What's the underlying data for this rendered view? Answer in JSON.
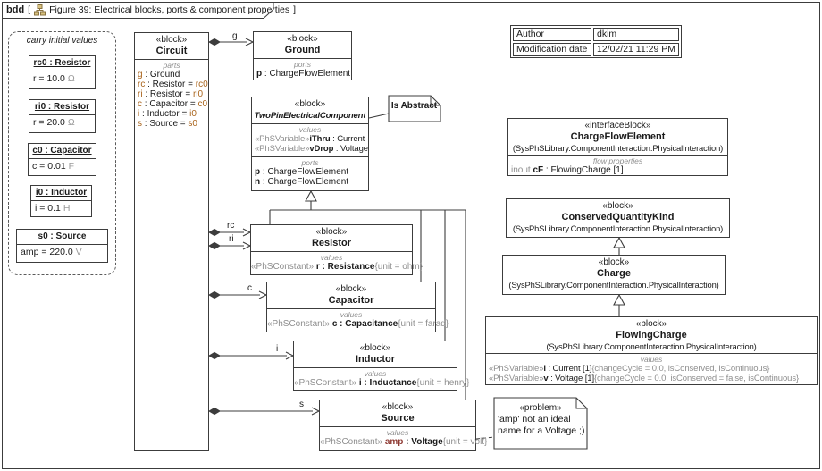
{
  "frame": {
    "kind": "bdd",
    "bracket_l": "[",
    "title": "Figure 39: Electrical blocks, ports & component properties",
    "bracket_r": "]"
  },
  "colors": {
    "border": "#3c3c3c",
    "gray": "#8e8e8e",
    "orange": "#a9641c",
    "maroon": "#8e3a33",
    "unit": "#9a9a9a"
  },
  "icons": {
    "tab_icon": "diagram-icon"
  },
  "meta_table": {
    "rows": [
      {
        "key": "Author",
        "value": "dkim"
      },
      {
        "key": "Modification date",
        "value": "12/02/21 11:29 PM"
      }
    ]
  },
  "initial_note": {
    "title": "carry initial values",
    "instances": [
      {
        "label": "rc0 : Resistor",
        "value": "r = 10.0 ",
        "unit": "Ω"
      },
      {
        "label": "ri0 : Resistor",
        "value": "r = 20.0 ",
        "unit": "Ω"
      },
      {
        "label": "c0 : Capacitor",
        "value": "c = 0.01 ",
        "unit": "F"
      },
      {
        "label": "i0 : Inductor",
        "value": "i = 0.1 ",
        "unit": "H"
      },
      {
        "label": "s0 : Source",
        "value": "amp = 220.0 ",
        "unit": "V"
      }
    ]
  },
  "circuit": {
    "stereotype": "«block»",
    "name": "Circuit",
    "parts_label": "parts",
    "parts": [
      {
        "name": "g",
        "mid": " : Ground",
        "value": ""
      },
      {
        "name": "rc",
        "mid": " : Resistor = ",
        "value": "rc0"
      },
      {
        "name": "ri",
        "mid": " : Resistor = ",
        "value": "ri0"
      },
      {
        "name": "c",
        "mid": " : Capacitor = ",
        "value": "c0"
      },
      {
        "name": "i",
        "mid": " : Inductor = ",
        "value": "i0"
      },
      {
        "name": "s",
        "mid": " : Source = ",
        "value": "s0"
      }
    ]
  },
  "ground": {
    "stereotype": "«block»",
    "name": "Ground",
    "ports_label": "ports",
    "ports": [
      {
        "name": "p",
        "mid": " : ChargeFlowElement"
      }
    ]
  },
  "two_pin": {
    "stereotype": "«block»",
    "name": "TwoPinElectricalComponent",
    "values_label": "values",
    "values": [
      {
        "stereotype": "«PhSVariable»",
        "name": "iThru",
        "mid": " : Current"
      },
      {
        "stereotype": "«PhSVariable»",
        "name": "vDrop",
        "mid": " : Voltage"
      }
    ],
    "ports_label": "ports",
    "ports": [
      {
        "name": "p",
        "mid": " : ChargeFlowElement"
      },
      {
        "name": "n",
        "mid": " : ChargeFlowElement"
      }
    ]
  },
  "is_abstract_note": {
    "text": "Is Abstract"
  },
  "charge_flow_element": {
    "stereotype": "«interfaceBlock»",
    "name": "ChargeFlowElement",
    "qualifier": "(SysPhSLibrary.ComponentInteraction.PhysicalInteraction)",
    "label": "flow properties",
    "prop": {
      "direction": "inout ",
      "name": "cF",
      "mid": " : FlowingCharge [1]"
    }
  },
  "conserved_quantity_kind": {
    "stereotype": "«block»",
    "name": "ConservedQuantityKind",
    "qualifier": "(SysPhSLibrary.ComponentInteraction.PhysicalInteraction)"
  },
  "charge": {
    "stereotype": "«block»",
    "name": "Charge",
    "qualifier": "(SysPhSLibrary.ComponentInteraction.PhysicalInteraction)"
  },
  "flowing_charge": {
    "stereotype": "«block»",
    "name": "FlowingCharge",
    "qualifier": "(SysPhSLibrary.ComponentInteraction.PhysicalInteraction)",
    "values_label": "values",
    "values": [
      {
        "stereotype": "«PhSVariable»",
        "name": "i",
        "mid": " : Current [1]",
        "constraint": "{changeCycle = 0.0, isConserved, isContinuous}"
      },
      {
        "stereotype": "«PhSVariable»",
        "name": "v",
        "mid": " : Voltage [1]",
        "constraint": "{changeCycle = 0.0, isConserved = false, isContinuous}"
      }
    ]
  },
  "resistor": {
    "stereotype": "«block»",
    "name": "Resistor",
    "values_label": "values",
    "value": {
      "stereotype": "«PhSConstant» ",
      "name": "r",
      "mid": " : Resistance",
      "constraint": "{unit = ohm}"
    }
  },
  "capacitor": {
    "stereotype": "«block»",
    "name": "Capacitor",
    "values_label": "values",
    "value": {
      "stereotype": "«PhSConstant» ",
      "name": "c",
      "mid": " : Capacitance",
      "constraint": "{unit = farad}"
    }
  },
  "inductor": {
    "stereotype": "«block»",
    "name": "Inductor",
    "values_label": "values",
    "value": {
      "stereotype": "«PhSConstant» ",
      "name": "i",
      "mid": " : Inductance",
      "constraint": "{unit = henry}"
    }
  },
  "source": {
    "stereotype": "«block»",
    "name": "Source",
    "values_label": "values",
    "value": {
      "stereotype": "«PhSConstant» ",
      "name": "amp",
      "mid": " : Voltage",
      "constraint": "{unit = volt}"
    }
  },
  "problem_note": {
    "stereotype": "«problem»",
    "line1": "'amp' not an ideal",
    "line2": "name for a Voltage ;)"
  },
  "edge_labels": {
    "g": "g",
    "rc": "rc",
    "ri": "ri",
    "c": "c",
    "i": "i",
    "s": "s"
  }
}
